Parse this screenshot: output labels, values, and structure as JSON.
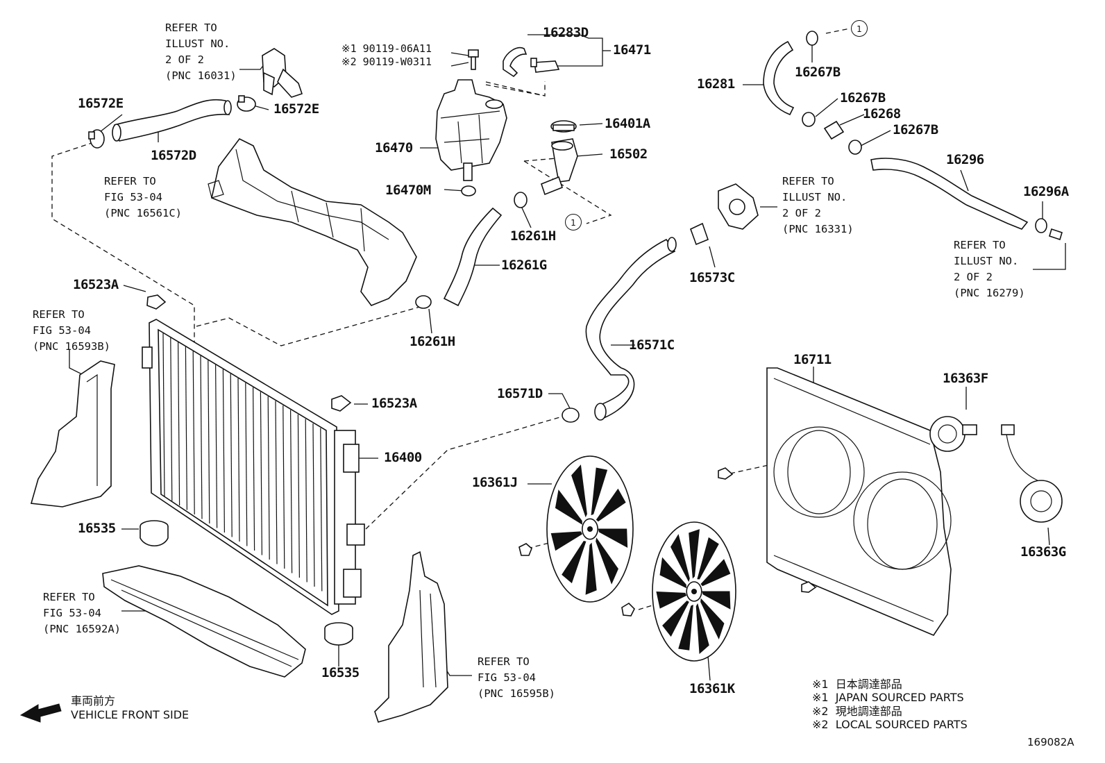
{
  "labels": {
    "p16572E_left": "16572E",
    "p16572E_right": "16572E",
    "p16572D": "16572D",
    "p16470": "16470",
    "p16470M": "16470M",
    "p16283D": "16283D",
    "p16471": "16471",
    "p16401A": "16401A",
    "p16502": "16502",
    "p16261H_top": "16261H",
    "p16261G": "16261G",
    "p16261H_bottom": "16261H",
    "p16523A_top": "16523A",
    "p16523A_mid": "16523A",
    "p16400": "16400",
    "p16535_left": "16535",
    "p16535_bottom": "16535",
    "p16281": "16281",
    "p16267B_top": "16267B",
    "p16267B_mid": "16267B",
    "p16268": "16268",
    "p16267B_low": "16267B",
    "p16296": "16296",
    "p16296A": "16296A",
    "p16573C": "16573C",
    "p16571C": "16571C",
    "p16571D": "16571D",
    "p16711": "16711",
    "p16363F": "16363F",
    "p16363G": "16363G",
    "p16361J": "16361J",
    "p16361K": "16361K"
  },
  "bolts": {
    "b1": "※1 90119-06A11",
    "b2": "※2 90119-W0311"
  },
  "refs": {
    "r_pnc16031": "REFER TO\nILLUST NO.\n2 OF 2\n(PNC 16031)",
    "r_16561C": "REFER TO\nFIG 53-04\n(PNC 16561C)",
    "r_16593B": "REFER TO\nFIG 53-04\n(PNC 16593B)",
    "r_16592A": "REFER TO\nFIG 53-04\n(PNC 16592A)",
    "r_16595B": "REFER TO\nFIG 53-04\n(PNC 16595B)",
    "r_16331": "REFER TO\nILLUST NO.\n2 OF 2\n(PNC 16331)",
    "r_16279": "REFER TO\nILLUST NO.\n2 OF 2\n(PNC 16279)"
  },
  "circle_marker": "1",
  "front": {
    "jp": "車両前方",
    "en": "VEHICLE FRONT SIDE"
  },
  "notes": {
    "n1": "※1  日本調達部品",
    "n2": "※1  JAPAN SOURCED PARTS",
    "n3": "※2  現地調達部品",
    "n4": "※2  LOCAL SOURCED PARTS"
  },
  "figure_id": "169082A"
}
